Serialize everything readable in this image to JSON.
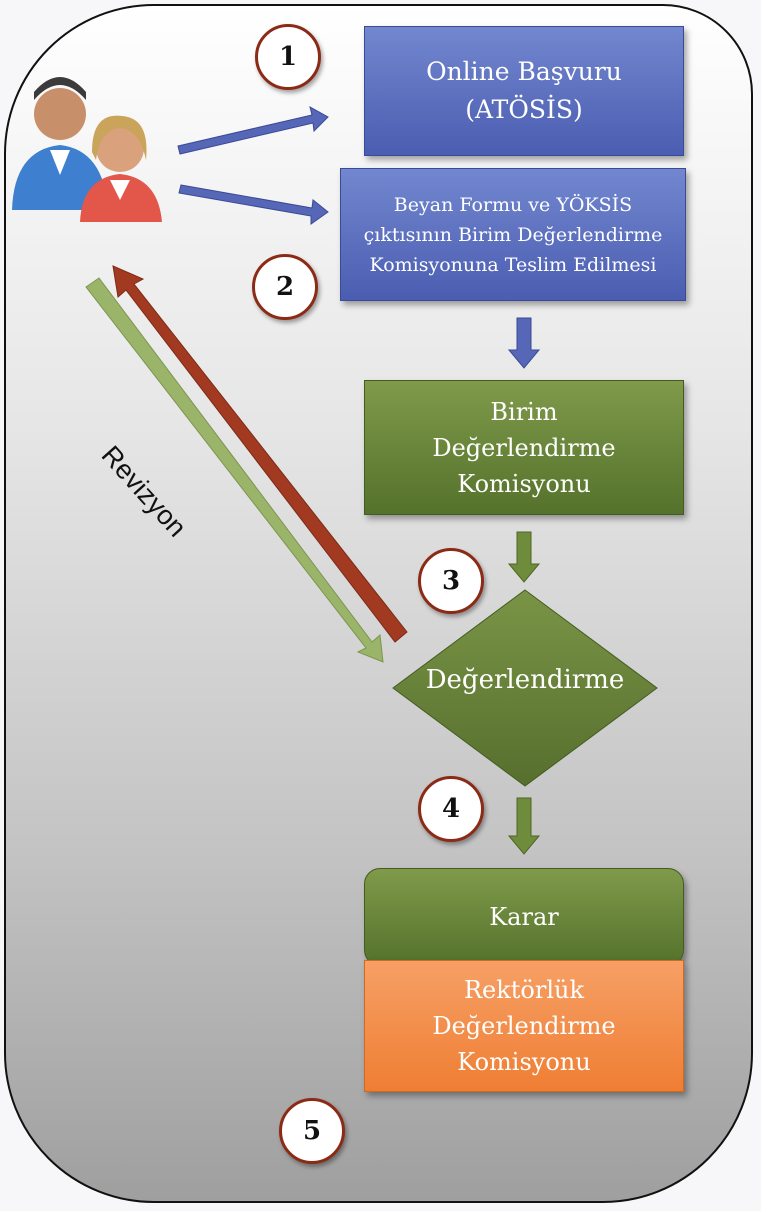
{
  "steps": {
    "step1": {
      "number": "1",
      "label_line1": "Online Başvuru",
      "label_line2": "(ATÖSİS)"
    },
    "step2": {
      "number": "2",
      "label_line1": "Beyan Formu ve YÖKSİS",
      "label_line2": "çıktısının Birim Değerlendirme",
      "label_line3": "Komisyonuna Teslim Edilmesi"
    },
    "committee": {
      "label_line1": "Birim",
      "label_line2": "Değerlendirme",
      "label_line3": "Komisyonu"
    },
    "step3": {
      "number": "3",
      "label": "Değerlendirme"
    },
    "step4": {
      "number": "4",
      "label": "Karar"
    },
    "step5": {
      "number": "5",
      "label_line1": "Rektörlük",
      "label_line2": "Değerlendirme",
      "label_line3": "Komisyonu"
    }
  },
  "revision_label": "Revizyon",
  "colors": {
    "blue": "#5a6dbf",
    "green": "#5f7a34",
    "orange": "#f08a42",
    "red_arrow": "#a23a22",
    "light_green_arrow": "#9ab46a",
    "circle_border": "#8b2b16"
  },
  "icons": {
    "applicants": "users-icon"
  }
}
